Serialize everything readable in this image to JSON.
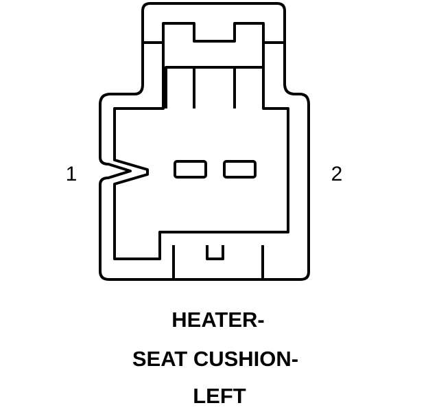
{
  "diagram": {
    "pins": [
      {
        "label": "1"
      },
      {
        "label": "2"
      }
    ],
    "caption": [
      "HEATER-",
      "SEAT CUSHION-",
      "LEFT"
    ]
  }
}
